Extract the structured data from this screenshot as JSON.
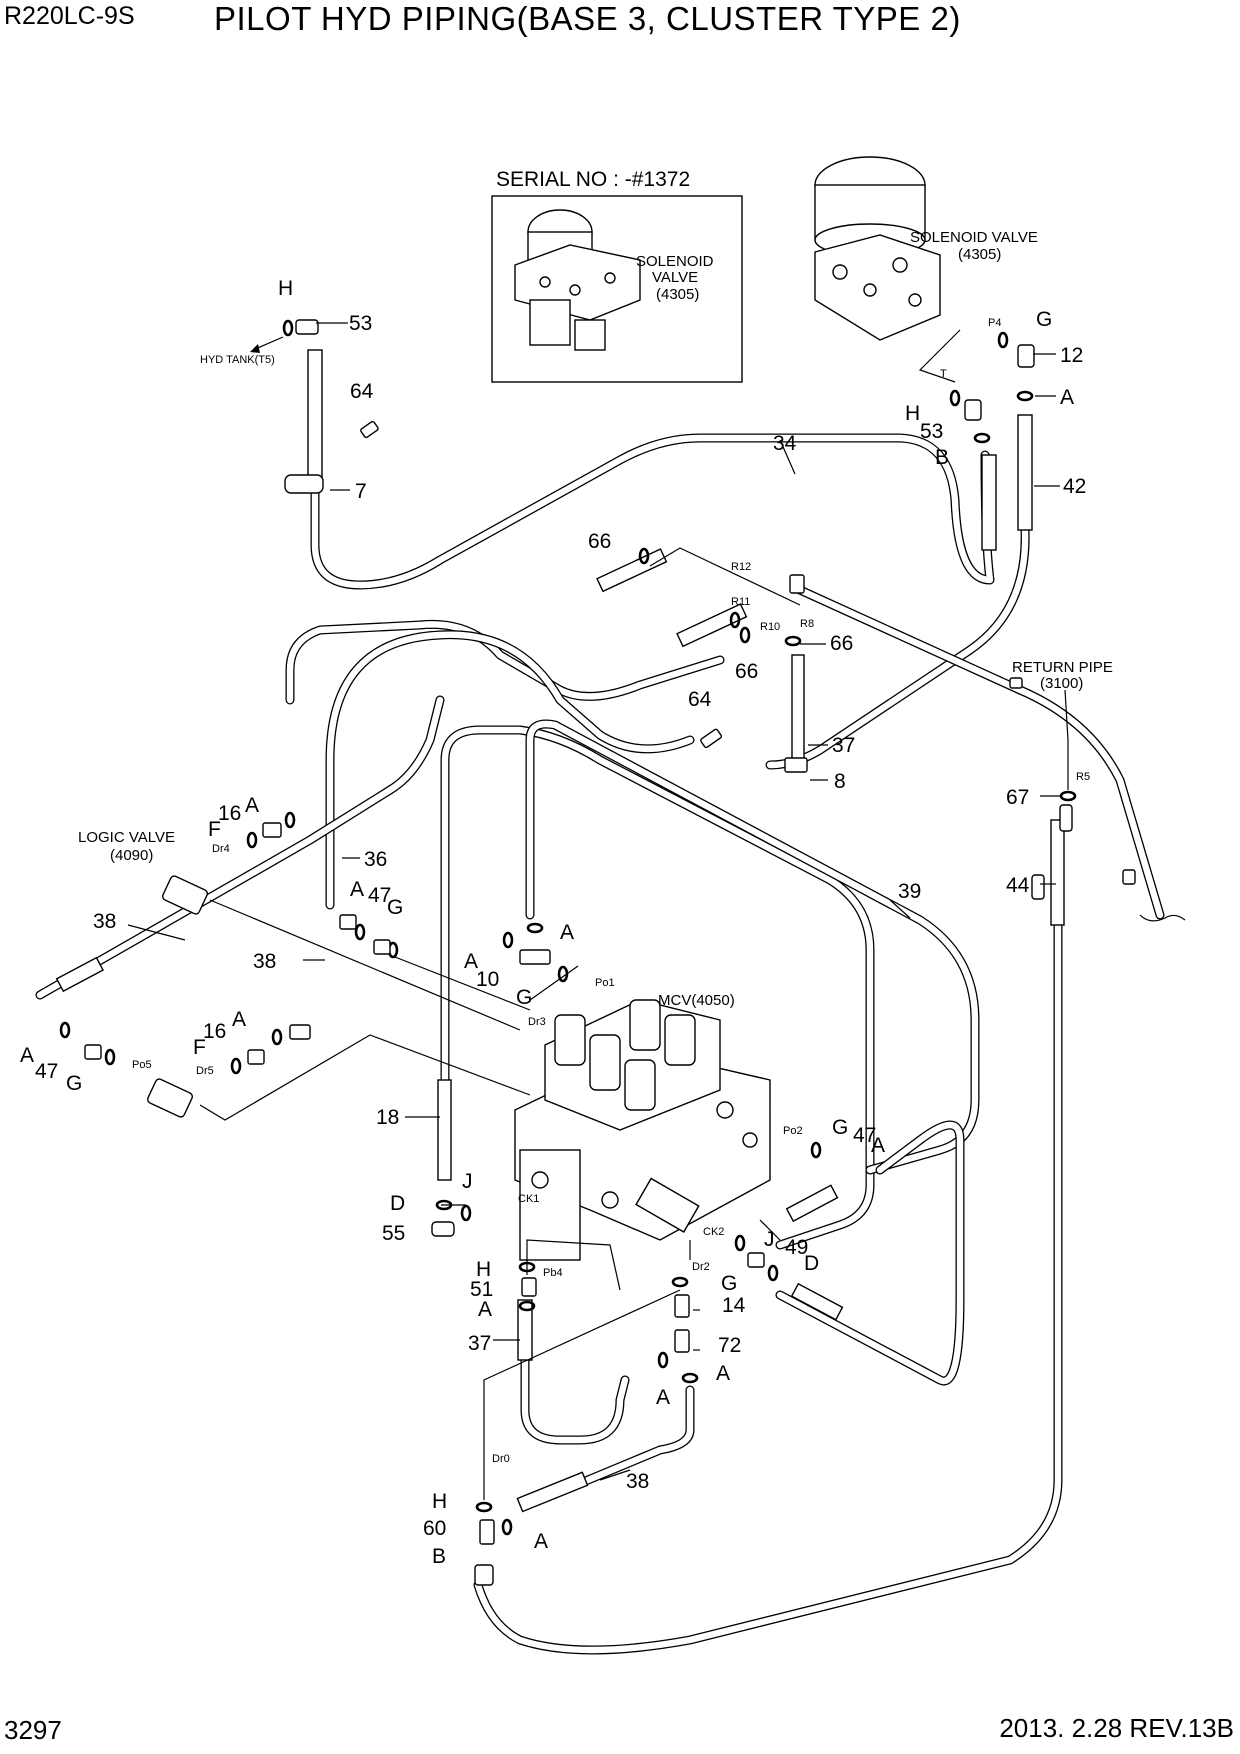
{
  "header": {
    "model": "R220LC-9S",
    "title": "PILOT HYD PIPING(BASE 3, CLUSTER TYPE 2)"
  },
  "footer": {
    "page_number": "3297",
    "revision": "2013. 2.28  REV.13B"
  },
  "inset": {
    "heading": "SERIAL NO : -#1372",
    "label_line1": "SOLENOID",
    "label_line2": "VALVE",
    "label_line3": "(4305)"
  },
  "components": {
    "solenoid_valve": "SOLENOID VALVE",
    "solenoid_valve_no": "(4305)",
    "return_pipe": "RETURN PIPE",
    "return_pipe_no": "(3100)",
    "logic_valve": "LOGIC VALVE",
    "logic_valve_no": "(4090)",
    "mcv": "MCV(4050)",
    "hyd_tank": "HYD TANK(T5)"
  },
  "ports": {
    "p4": "P4",
    "t": "T",
    "r12": "R12",
    "r11": "R11",
    "r10": "R10",
    "r8": "R8",
    "r5": "R5",
    "dr4": "Dr4",
    "dr5": "Dr5",
    "dr3": "Dr3",
    "dr2": "Dr2",
    "dr0": "Dr0",
    "po1": "Po1",
    "po2": "Po2",
    "po5": "Po5",
    "pb4": "Pb4",
    "ck1": "CK1",
    "ck2": "CK2"
  },
  "callouts": {
    "c53a": "53",
    "c64a": "64",
    "c7": "7",
    "cH1": "H",
    "cG1": "G",
    "c12": "12",
    "cA1": "A",
    "cH2": "H",
    "c53b": "53",
    "cB1": "B",
    "c42": "42",
    "c34": "34",
    "c66a": "66",
    "c66b": "66",
    "c66c": "66",
    "c64b": "64",
    "c37a": "37",
    "c8": "8",
    "c67": "67",
    "c44": "44",
    "c16a": "16",
    "cA2": "A",
    "cF1": "F",
    "c36": "36",
    "cA3": "A",
    "c47a": "47",
    "cG2": "G",
    "c38a": "38",
    "cA4": "A",
    "cA5": "A",
    "c10": "10",
    "cG3": "G",
    "c39": "39",
    "c38b": "38",
    "cA6": "A",
    "c47b": "47",
    "cG4": "G",
    "c16b": "16",
    "cA7": "A",
    "cF2": "F",
    "c18": "18",
    "cD1": "D",
    "cJ1": "J",
    "c55": "55",
    "cG5": "G",
    "c47c": "47",
    "cA8": "A",
    "cJ2": "J",
    "c49": "49",
    "cD2": "D",
    "cH3": "H",
    "c51": "51",
    "cA9": "A",
    "cG6": "G",
    "c14": "14",
    "c37b": "37",
    "c72": "72",
    "cA10": "A",
    "cA11": "A",
    "c38c": "38",
    "cH4": "H",
    "c60": "60",
    "cA12": "A",
    "cB2": "B"
  }
}
